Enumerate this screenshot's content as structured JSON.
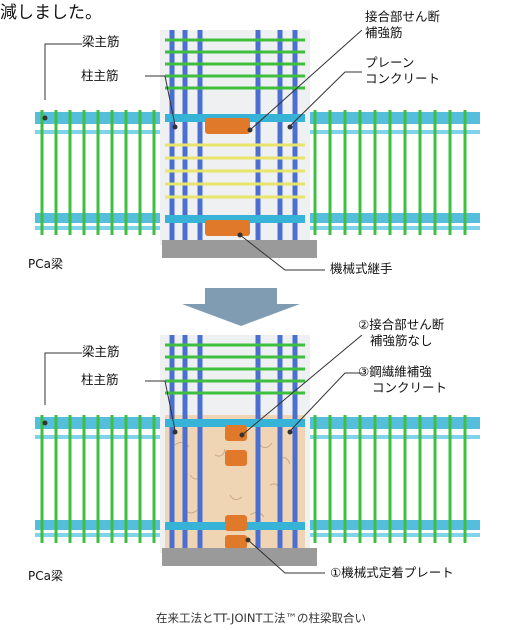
{
  "intro_text": "減しました。",
  "before": {
    "beam_main_bar": "梁主筋",
    "column_main_bar": "柱主筋",
    "joint_shear_bar_line1": "接合部せん断",
    "joint_shear_bar_line2": "補強筋",
    "plain_concrete_line1": "プレーン",
    "plain_concrete_line2": "コンクリート",
    "mechanical_coupler": "機械式継手",
    "pca_beam": "PCa梁"
  },
  "after": {
    "beam_main_bar": "梁主筋",
    "column_main_bar": "柱主筋",
    "joint_shear_bar_line1": "②接合部せん断",
    "joint_shear_bar_line2": "補強筋なし",
    "steel_fiber_line1": "③鋼繊維補強",
    "steel_fiber_line2": "コンクリート",
    "mechanical_anchor_plate": "①機械式定着プレート",
    "pca_beam": "PCa梁"
  },
  "caption": "在来工法とTT-JOINT工法™の柱梁取合い",
  "colors": {
    "arrow": "#7f9cb3",
    "stirrup_green": "#3fbf3f",
    "beam_bar_cyan": "#36b3d6",
    "column_bar_blue": "#4a6fd0",
    "coupler_orange": "#e07a2a",
    "fiber_concrete": "#f0d5b4",
    "plain_concrete_yellow": "#e9e46a",
    "base_gray": "#9a9a9a"
  }
}
